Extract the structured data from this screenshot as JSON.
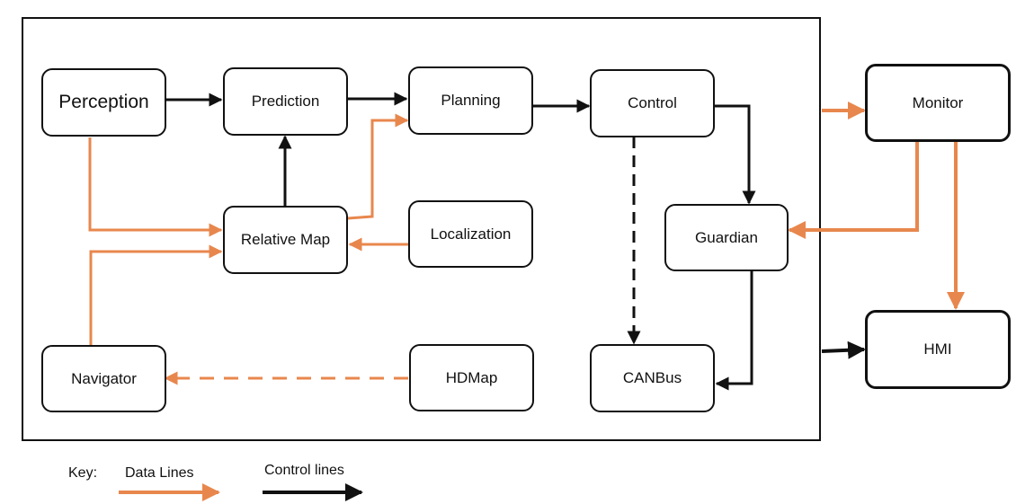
{
  "nodes": {
    "perception": "Perception",
    "prediction": "Prediction",
    "planning": "Planning",
    "control": "Control",
    "relative_map": "Relative Map",
    "localization": "Localization",
    "guardian": "Guardian",
    "navigator": "Navigator",
    "hdmap": "HDMap",
    "canbus": "CANBus",
    "monitor": "Monitor",
    "hmi": "HMI"
  },
  "key": {
    "title": "Key:",
    "data_lines": "Data Lines",
    "control_lines": "Control lines"
  },
  "colors": {
    "data_line": "#e8874d",
    "control_line": "#111111",
    "box_border": "#111111"
  }
}
